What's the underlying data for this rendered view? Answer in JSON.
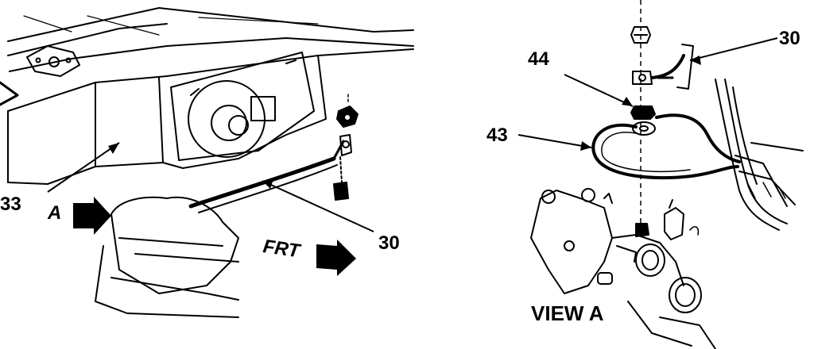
{
  "left_view": {
    "callouts": {
      "engine_block": "33",
      "ground_strap": "30"
    },
    "view_marker": "A",
    "direction_label": "FRT"
  },
  "right_view": {
    "callouts": {
      "strap": "30",
      "nut": "44",
      "ground_wire": "43"
    },
    "view_title": "VIEW A"
  },
  "colors": {
    "ink": "#000000",
    "paper": "#ffffff"
  }
}
